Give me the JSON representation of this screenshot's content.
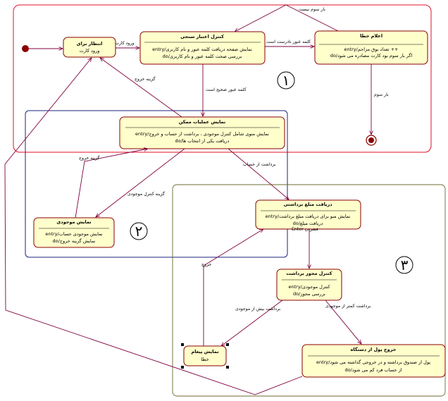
{
  "colors": {
    "state_fill": "#ffffcc",
    "state_border": "#8b0000",
    "transition": "#800040",
    "region1_border": "#e0102a",
    "region2_border": "#1a237e",
    "region3_border": "#6b6b2f"
  },
  "regions": {
    "r1": "۱",
    "r2": "۲",
    "r3": "۳"
  },
  "states": {
    "waiting": {
      "title": "انتظار برای",
      "subtitle": "ورود کارت"
    },
    "check_manager": {
      "title": "کنترل اعتبار سنجی",
      "entry": "entry/نمایش صفحه دریافت کلمه عبور و نام کاربری",
      "do": "do/بررسی صحت کلمه عبور و نام کاربری"
    },
    "error": {
      "title": "اعلام خطا",
      "entry": "entry/تعداد بوق مزاحم ++",
      "do": "do/اگر بار سوم بود کارت مصادره می شود"
    },
    "show_ops": {
      "title": "نمایش عملیات ممکن",
      "entry": "entry/نمایش منوی شامل کنترل موجودی ، برداشت از حساب و خروج",
      "do": "do/دریافت یکی از انتخاب ها"
    },
    "show_balance": {
      "title": "نمایش موجودی",
      "entry": "entry/نمایش موجودی حساب",
      "do": "do/نمایش گزینه خروج"
    },
    "receive_amount": {
      "title": "دریافت مبلغ برداشتی",
      "entry": "entry/نمایش منو برای دریافت مبلغ برداشت",
      "do": "do/دریافت مبلغ"
    },
    "check_permit": {
      "title": "کنترل مجوز برداشت",
      "entry": "entry/کنترل موجودی",
      "do": "do/بررسی مجوز"
    },
    "show_error": {
      "title": "نمایش پیغام",
      "subtitle": "خطا"
    },
    "cash_out": {
      "title": "خروج پول از دستگاه",
      "entry": "entry/پول از صندوق برداشته و در خروجی گذاشته می شود",
      "do": "do/از حساب فرد کم می شود"
    }
  },
  "transitions": {
    "card_entry": "ورود کارت",
    "wrong_password": "کلمه عبور نادرست است",
    "third_time_top": "بار سوم نیست",
    "third_time": "بار سوم",
    "exit_option_1": "گزینه خروج",
    "correct_password": "کلمه عبور صحیح است",
    "withdraw": "برداشت از حساب",
    "balance_option": "گزینه کنترل موجودی",
    "exit_option_2": "گزینه خروج",
    "enter_amount": "Enter فشردن",
    "exit": "خروج",
    "over_balance": "برداشت بیش از موجودی",
    "under_balance": "برداشت کمتر از موجودی"
  }
}
